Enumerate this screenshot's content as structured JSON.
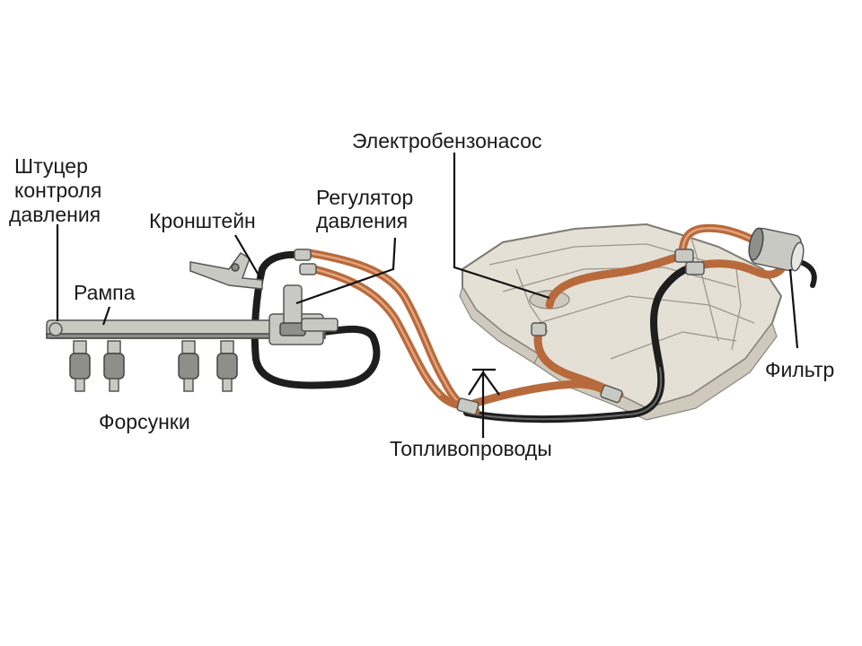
{
  "labels": {
    "pressure_fitting": [
      "Штуцер",
      "контроля",
      "давления"
    ],
    "bracket": "Кронштейн",
    "regulator": [
      "Регулятор",
      "давления"
    ],
    "pump": "Электробензонасос",
    "rail": "Рампа",
    "injectors": "Форсунки",
    "filter": "Фильтр",
    "fuel_lines": "Топливопроводы"
  }
}
